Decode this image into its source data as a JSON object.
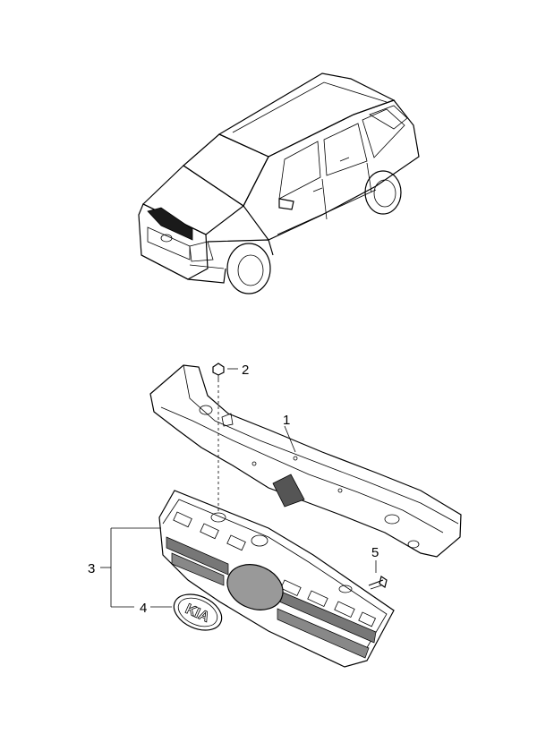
{
  "callouts": {
    "c1": "1",
    "c2": "2",
    "c3": "3",
    "c4": "4",
    "c5": "5"
  },
  "emblem_lettering": "KIA",
  "icons": {
    "vehicle": "suv-vehicle-illustration",
    "panel": "radiator-upper-panel",
    "grille": "radiator-grille",
    "emblem": "kia-emblem",
    "clip": "push-clip",
    "screw": "tapping-screw"
  }
}
